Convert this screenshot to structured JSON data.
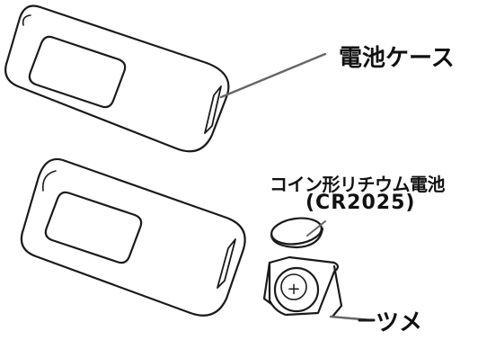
{
  "labels": {
    "battery_case": "電池ケース",
    "coin_battery": "コイン形リチウム電池",
    "battery_model": "(CR2025)",
    "claw": "ツメ"
  },
  "symbols": {
    "plus": "+"
  },
  "colors": {
    "line": "#1a1a1a",
    "leader": "#666666",
    "background": "#ffffff"
  }
}
